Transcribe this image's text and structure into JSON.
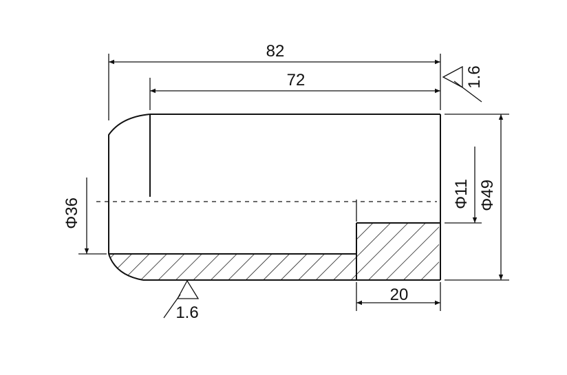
{
  "dimensions": {
    "overall_length": "82",
    "bore_depth": "72",
    "pin_length": "20",
    "bore_diameter": "Φ36",
    "pin_diameter": "Φ11",
    "outer_diameter": "Φ49"
  },
  "surface_finish": {
    "right_face": "1.6",
    "bottom_face": "1.6"
  }
}
